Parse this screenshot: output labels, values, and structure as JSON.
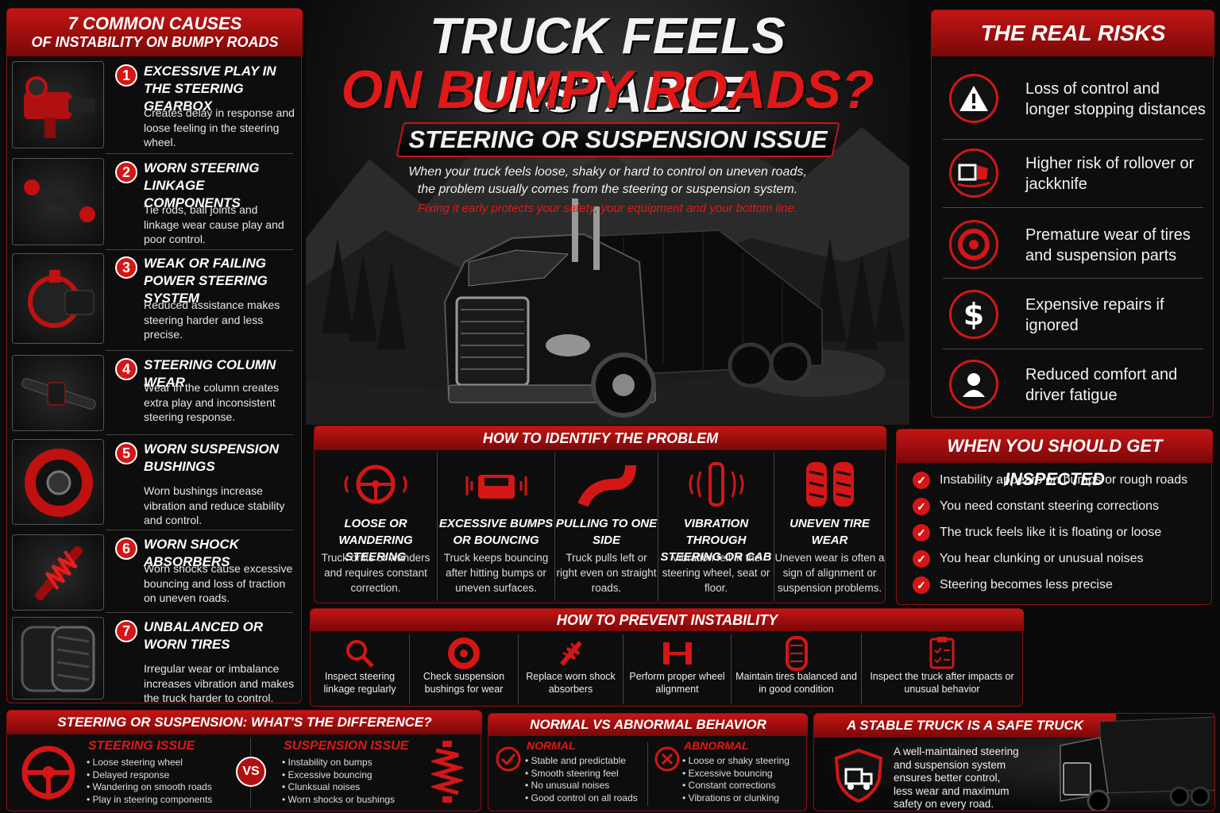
{
  "hero": {
    "title_line1": "TRUCK FEELS UNSTABLE",
    "title_line2": "ON BUMPY ROADS?",
    "subtitle": "STEERING OR SUSPENSION ISSUE",
    "intro_line1": "When your truck feels loose, shaky or hard to control on uneven roads,",
    "intro_line2": "the problem usually comes from the steering or suspension system.",
    "intro_highlight": "Fixing it early protects your safety, your equipment and your bottom line."
  },
  "causes": {
    "heading_line1": "7 COMMON CAUSES",
    "heading_line2": "OF INSTABILITY ON BUMPY ROADS",
    "items": [
      {
        "num": "1",
        "title": "EXCESSIVE PLAY IN THE STEERING GEARBOX",
        "desc": "Creates delay in response and loose feeling in the steering wheel.",
        "icon": "steering-gearbox-icon"
      },
      {
        "num": "2",
        "title": "WORN STEERING LINKAGE COMPONENTS",
        "desc": "Tie rods, ball joints and linkage wear cause play and poor control.",
        "icon": "tie-rod-icon"
      },
      {
        "num": "3",
        "title": "WEAK OR FAILING POWER STEERING SYSTEM",
        "desc": "Reduced assistance makes steering harder and less precise.",
        "icon": "power-steering-pump-icon"
      },
      {
        "num": "4",
        "title": "STEERING COLUMN WEAR",
        "desc": "Wear in the column creates extra play and inconsistent steering response.",
        "icon": "steering-column-icon"
      },
      {
        "num": "5",
        "title": "WORN SUSPENSION BUSHINGS",
        "desc": "Worn bushings increase vibration and reduce stability and control.",
        "icon": "bushing-icon"
      },
      {
        "num": "6",
        "title": "WORN SHOCK ABSORBERS",
        "desc": "Worn shocks cause excessive bouncing and loss of traction on uneven roads.",
        "icon": "shock-absorber-icon"
      },
      {
        "num": "7",
        "title": "UNBALANCED OR WORN TIRES",
        "desc": "Irregular wear or imbalance increases vibration and makes the truck harder to control.",
        "icon": "tires-icon"
      }
    ]
  },
  "risks": {
    "heading": "THE REAL RISKS",
    "items": [
      {
        "text": "Loss of control and longer stopping distances",
        "icon": "warning-icon"
      },
      {
        "text": "Higher risk of rollover or jackknife",
        "icon": "rollover-truck-icon"
      },
      {
        "text": "Premature wear of tires and suspension parts",
        "icon": "tire-icon"
      },
      {
        "text": "Expensive repairs if ignored",
        "icon": "dollar-icon"
      },
      {
        "text": "Reduced comfort and driver fatigue",
        "icon": "driver-icon"
      }
    ]
  },
  "identify": {
    "heading": "HOW TO IDENTIFY THE PROBLEM",
    "items": [
      {
        "title": "LOOSE OR WANDERING STEERING",
        "desc": "Truck drifts or wanders and requires constant correction.",
        "icon": "steering-wheel-icon"
      },
      {
        "title": "EXCESSIVE BUMPS OR BOUNCING",
        "desc": "Truck keeps bouncing after hitting bumps or uneven surfaces.",
        "icon": "bouncing-truck-icon"
      },
      {
        "title": "PULLING TO ONE SIDE",
        "desc": "Truck pulls left or right even on straight roads.",
        "icon": "curved-road-icon"
      },
      {
        "title": "VIBRATION THROUGH STEERING OR CAB",
        "desc": "Vibration felt in the steering wheel, seat or floor.",
        "icon": "vibration-icon"
      },
      {
        "title": "UNEVEN TIRE WEAR",
        "desc": "Uneven wear is often a sign of alignment or suspension problems.",
        "icon": "uneven-tires-icon"
      }
    ]
  },
  "inspect": {
    "heading": "WHEN YOU SHOULD GET INSPECTED",
    "items": [
      "Instability appears on bumps or rough roads",
      "You need constant steering corrections",
      "The truck feels like it is floating or loose",
      "You hear clunking or unusual noises",
      "Steering becomes less precise"
    ]
  },
  "prevent": {
    "heading": "HOW TO PREVENT INSTABILITY",
    "items": [
      {
        "text": "Inspect steering linkage regularly",
        "icon": "magnifier-icon"
      },
      {
        "text": "Check suspension bushings for wear",
        "icon": "bushing-icon"
      },
      {
        "text": "Replace worn shock absorbers",
        "icon": "shock-absorber-icon"
      },
      {
        "text": "Perform proper wheel alignment",
        "icon": "axle-alignment-icon"
      },
      {
        "text": "Maintain tires balanced and in good condition",
        "icon": "tire-icon"
      },
      {
        "text": "Inspect the truck after impacts or unusual behavior",
        "icon": "clipboard-icon"
      }
    ]
  },
  "difference": {
    "heading": "STEERING OR SUSPENSION: WHAT'S THE DIFFERENCE?",
    "steering_title": "STEERING ISSUE",
    "steering_items": [
      "Loose steering wheel",
      "Delayed response",
      "Wandering on smooth roads",
      "Play in steering components"
    ],
    "vs": "VS",
    "suspension_title": "SUSPENSION ISSUE",
    "suspension_items": [
      "Instability on bumps",
      "Excessive bouncing",
      "Clunksual noises",
      "Worn shocks or bushings"
    ]
  },
  "behavior": {
    "heading": "NORMAL VS ABNORMAL BEHAVIOR",
    "normal_title": "NORMAL",
    "normal_items": [
      "Stable and predictable",
      "Smooth steering feel",
      "No unusual noises",
      "Good control on all roads"
    ],
    "abnormal_title": "ABNORMAL",
    "abnormal_items": [
      "Loose or shaky steering",
      "Excessive bouncing",
      "Constant corrections",
      "Vibrations or clunking"
    ]
  },
  "stable": {
    "heading": "A STABLE TRUCK IS A SAFE TRUCK",
    "text": "A well-maintained steering and suspension system ensures better control, less wear and maximum safety on every road."
  },
  "colors": {
    "accent": "#d41616",
    "background": "#0a0a0a",
    "text": "#f0f0f0"
  }
}
